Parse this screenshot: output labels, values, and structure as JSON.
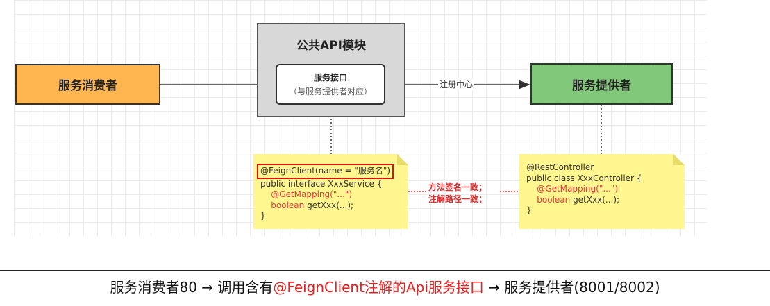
{
  "diagram": {
    "consumer_label": "服务消费者",
    "module_label": "公共API模块",
    "interface_title": "服务接口",
    "interface_subtitle": "（与服务提供者对应）",
    "provider_label": "服务提供者",
    "edge_label": "注册中心",
    "left_note": {
      "annotation": "@FeignClient(name = \"服务名\")",
      "line2": "public interface XxxService {",
      "line3": "@GetMapping(\"...\")",
      "line4_kw": "boolean",
      "line4_rest": " getXxx(...);",
      "line5": "}"
    },
    "right_note": {
      "line1": "@RestController",
      "line2": "public class XxxController {",
      "line3": "@GetMapping(\"...\")",
      "line4_kw": "boolean",
      "line4_rest": " getXxx(...);",
      "line5": "}"
    },
    "middle_text": {
      "line1": "方法签名一致；",
      "line2": "注解路径一致；"
    }
  },
  "caption": {
    "part1": "服务消费者80 → 调用含有",
    "part2": "@FeignClient注解的Api服务接口",
    "part3": " → 服务提供者(8001/8002)"
  },
  "colors": {
    "consumer": "#ffb650",
    "provider": "#82c87a",
    "module": "#d8d8d8",
    "note": "#fff68f",
    "highlight": "#e83a3a"
  }
}
